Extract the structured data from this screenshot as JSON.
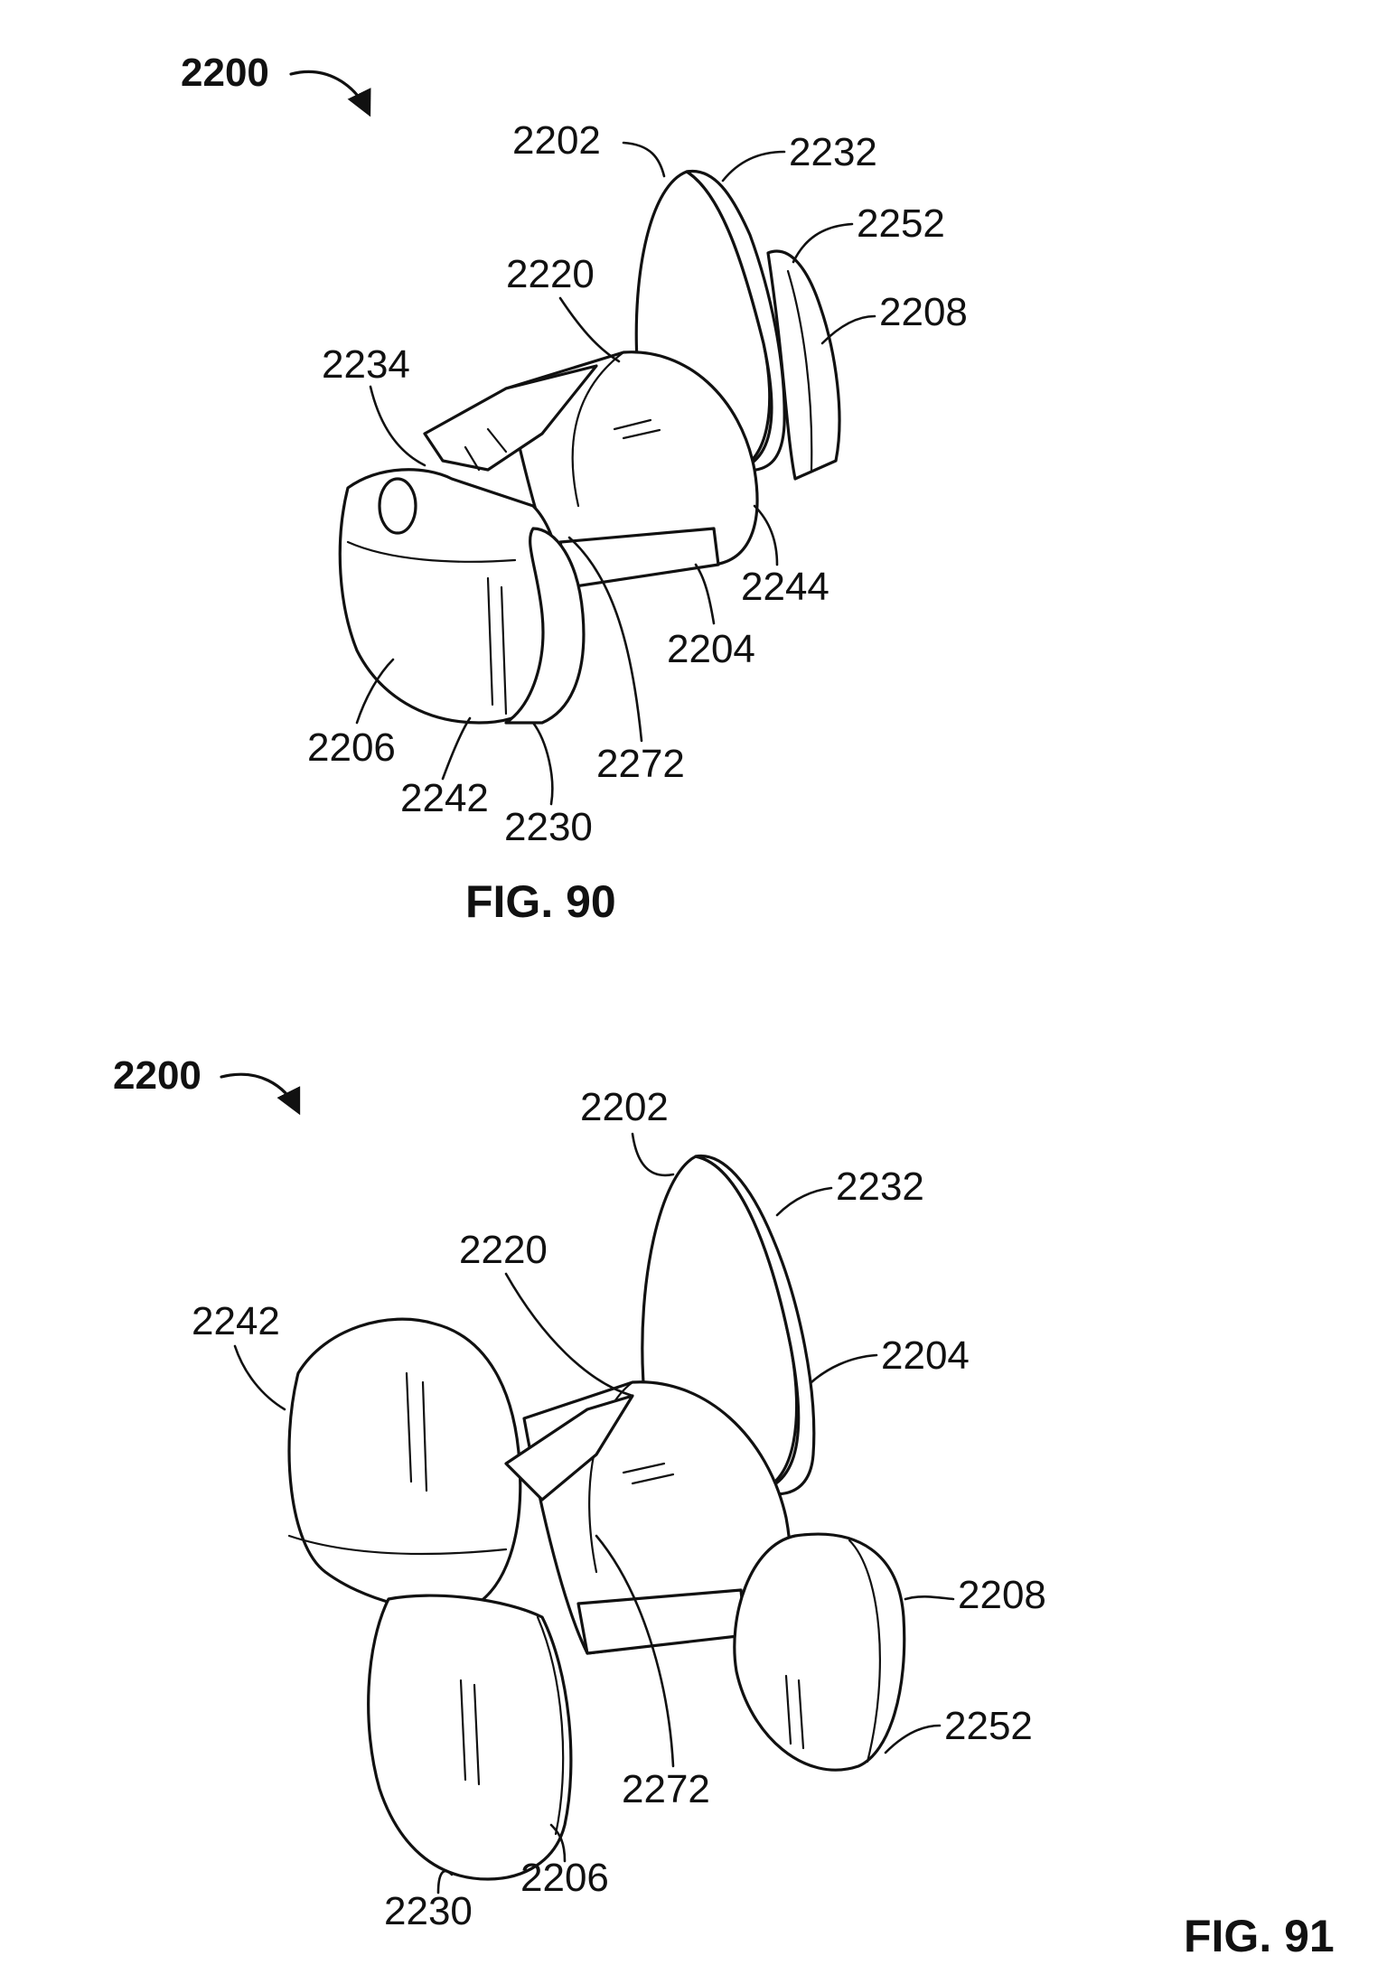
{
  "figures": [
    {
      "caption": "FIG. 90",
      "assembly_ref": "2200",
      "labels": [
        "2202",
        "2232",
        "2252",
        "2220",
        "2208",
        "2234",
        "2244",
        "2204",
        "2206",
        "2272",
        "2242",
        "2230"
      ]
    },
    {
      "caption": "FIG. 91",
      "assembly_ref": "2200",
      "labels": [
        "2202",
        "2232",
        "2220",
        "2242",
        "2204",
        "2208",
        "2252",
        "2272",
        "2206",
        "2230"
      ]
    }
  ]
}
